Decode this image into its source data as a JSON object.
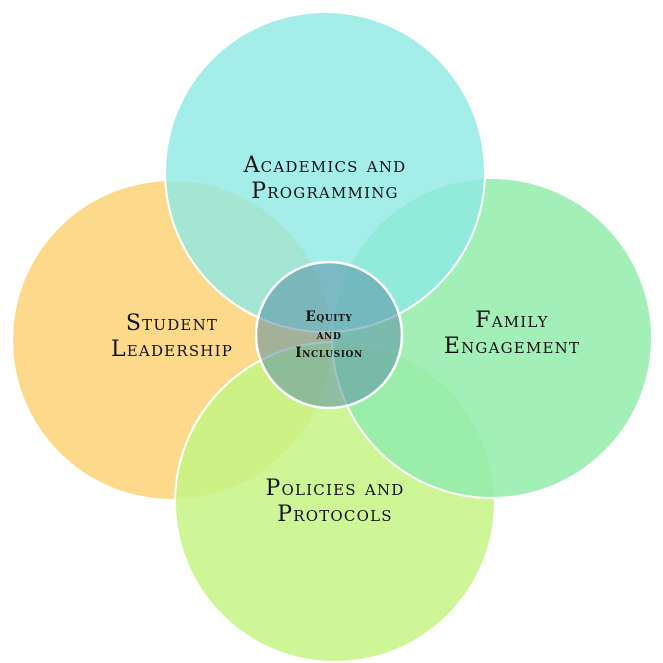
{
  "diagram": {
    "type": "venn",
    "center": {
      "lines": [
        "Equity",
        "and",
        "Inclusion"
      ],
      "color": "#5a8fa6"
    },
    "circles": [
      {
        "id": "student-leadership",
        "lines": [
          "Student",
          "Leadership"
        ],
        "color": "#fdd67e"
      },
      {
        "id": "policies-protocols",
        "lines": [
          "Policies and",
          "Protocols"
        ],
        "color": "#c5f585"
      },
      {
        "id": "family-engagement",
        "lines": [
          "Family",
          "Engagement"
        ],
        "color": "#92ecac"
      },
      {
        "id": "academics-programming",
        "lines": [
          "Academics and",
          "Programming"
        ],
        "color": "#8fe8e4"
      }
    ]
  }
}
